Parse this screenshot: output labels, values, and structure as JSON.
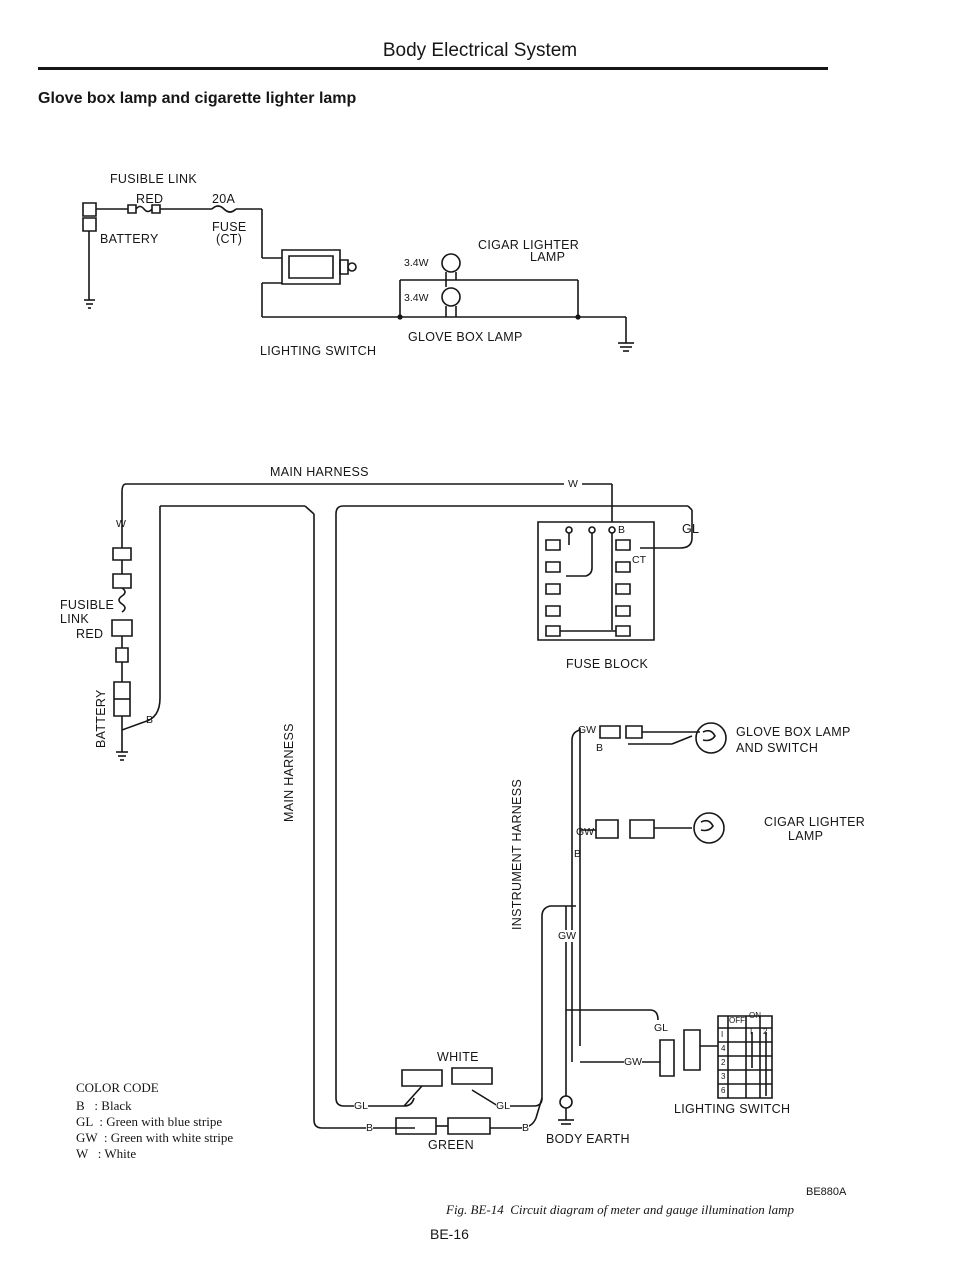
{
  "header": {
    "title": "Body Electrical System"
  },
  "section": {
    "title": "Glove box lamp and cigarette lighter lamp"
  },
  "schematic": {
    "fusible_link": "FUSIBLE LINK",
    "red": "RED",
    "amp": "20A",
    "fuse": "FUSE",
    "fuse_ct": "(CT)",
    "battery": "BATTERY",
    "watt1": "3.4W",
    "watt2": "3.4W",
    "cigar1": "CIGAR LIGHTER",
    "cigar2": "LAMP",
    "glove": "GLOVE BOX LAMP",
    "lighting": "LIGHTING SWITCH"
  },
  "wiring": {
    "main_harness": "MAIN HARNESS",
    "main_harness_v": "MAIN HARNESS",
    "instrument_harness": "INSTRUMENT HARNESS",
    "w_top": "W",
    "w_left": "W",
    "fusible1": "FUSIBLE",
    "fusible2": "LINK",
    "fusible3": "RED",
    "battery_v": "BATTERY",
    "b_batt": "B",
    "fuse_block": "FUSE BLOCK",
    "fb_b": "B",
    "fb_ct": "CT",
    "gl_right": "GL",
    "gw1": "GW",
    "b1": "B",
    "glove1": "GLOVE BOX LAMP",
    "glove2": "AND SWITCH",
    "gw2": "GW",
    "b2": "B",
    "cigar1": "CIGAR LIGHTER",
    "cigar2": "LAMP",
    "gw3": "GW",
    "gl_sw": "GL",
    "gw_sw": "GW",
    "white": "WHITE",
    "gl_left": "GL",
    "gl_mid": "GL",
    "b_left": "B",
    "b_mid": "B",
    "green": "GREEN",
    "body_earth": "BODY EARTH",
    "lighting_switch": "LIGHTING SWITCH",
    "sw_off": "OFF",
    "sw_on": "ON",
    "sw_1": "I",
    "sw_2": "2",
    "sw_r1": "I",
    "sw_r2": "4",
    "sw_r3": "2",
    "sw_r4": "3",
    "sw_r5": "6"
  },
  "color_code": {
    "title": "COLOR CODE",
    "items": [
      "B   : Black",
      "GL  : Green with blue stripe",
      "GW  : Green with white stripe",
      "W   : White"
    ]
  },
  "footer": {
    "ref": "BE880A",
    "caption": "Fig. BE-14  Circuit diagram of meter and gauge illumination lamp",
    "page": "BE-16"
  }
}
